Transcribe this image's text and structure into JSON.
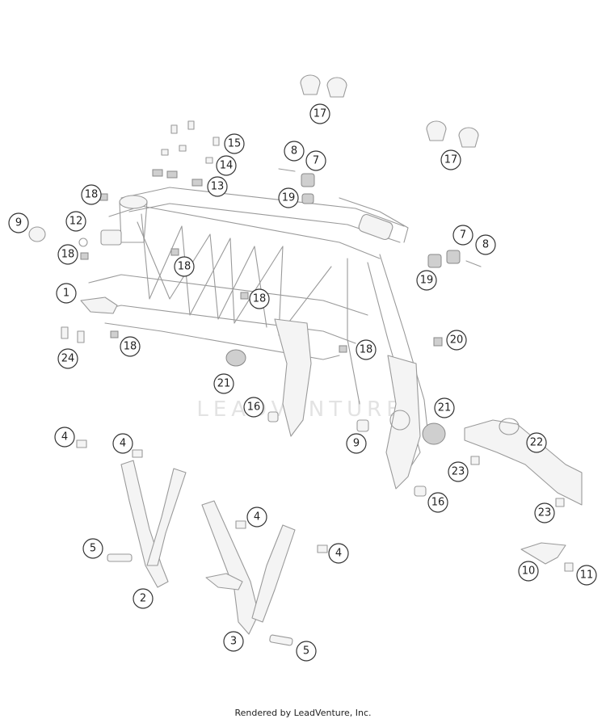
{
  "watermark": "LEADVENTURE",
  "footer": {
    "credit": "Rendered by LeadVenture, Inc."
  },
  "callouts": [
    "17",
    "17",
    "15",
    "14",
    "13",
    "8",
    "7",
    "19",
    "18",
    "12",
    "9",
    "18",
    "18",
    "1",
    "18",
    "18",
    "24",
    "18",
    "7",
    "8",
    "19",
    "20",
    "21",
    "16",
    "9",
    "21",
    "22",
    "23",
    "23",
    "16",
    "4",
    "4",
    "5",
    "2",
    "4",
    "4",
    "3",
    "5",
    "10",
    "11"
  ]
}
